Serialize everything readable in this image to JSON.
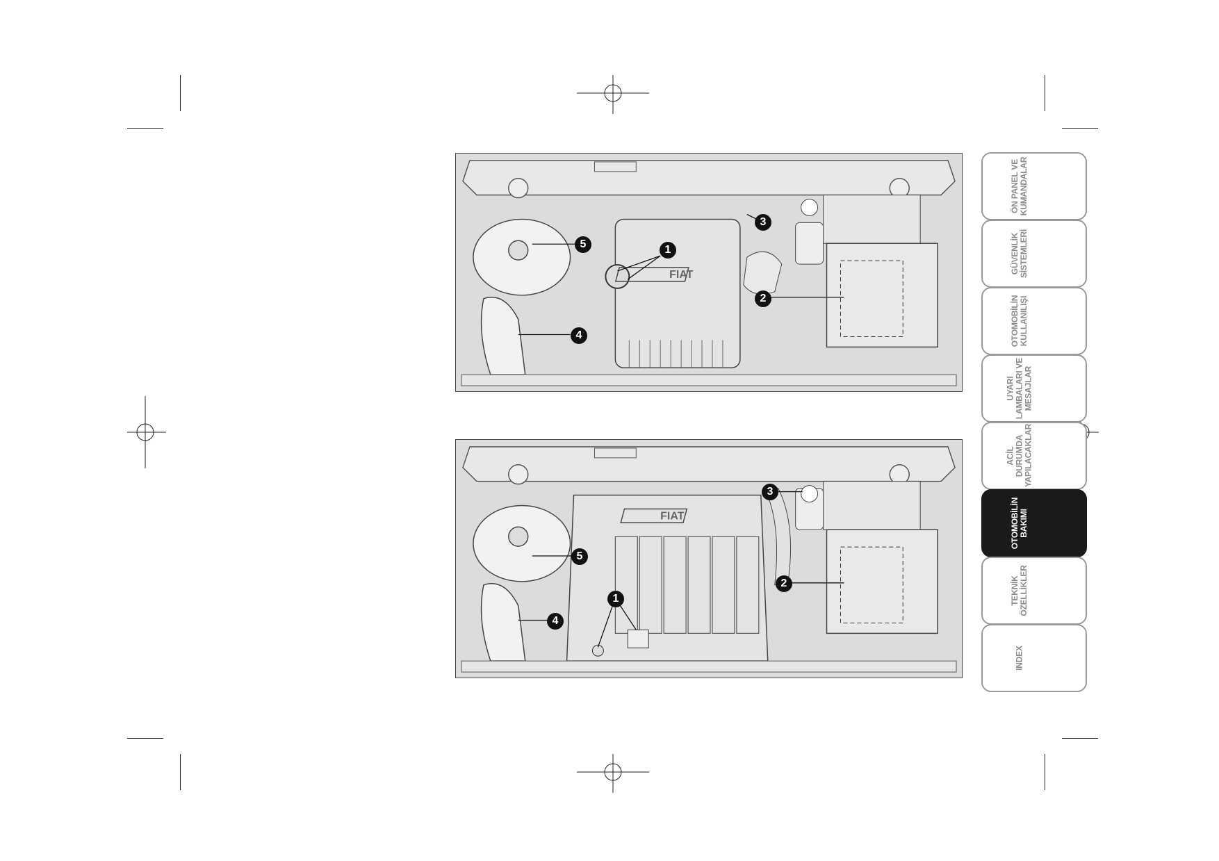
{
  "figures": [
    {
      "logo": "FIAT",
      "callouts": [
        "1",
        "2",
        "3",
        "4",
        "5"
      ]
    },
    {
      "logo": "FIAT",
      "callouts": [
        "1",
        "2",
        "3",
        "4",
        "5"
      ]
    }
  ],
  "tabs": [
    {
      "label": "ÖN PANEL VE\nKUMANDALAR",
      "active": false
    },
    {
      "label": "GÜVENLİK\nSİSTEMLERİ",
      "active": false
    },
    {
      "label": "OTOMOBİLİN\nKULLANILIŞI",
      "active": false
    },
    {
      "label": "UYARI\nLAMBALARI VE\nMESAJLAR",
      "active": false
    },
    {
      "label": "ACİL DURUMDA\nYAPILACAKLAR",
      "active": false
    },
    {
      "label": "OTOMOBİLİN\nBAKIMI",
      "active": true
    },
    {
      "label": "TEKNİK\nÖZELLİKLER",
      "active": false
    },
    {
      "label": "INDEX",
      "active": false
    }
  ],
  "colors": {
    "active_tab": "#1a1a1a",
    "tab_border": "#9a9a9a",
    "figure_bg": "#d9d9d9"
  }
}
